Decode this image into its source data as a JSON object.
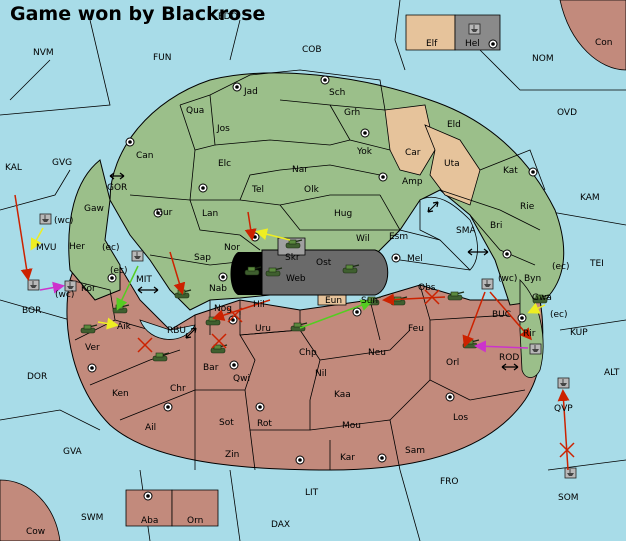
{
  "title": "Game won by Blackrose",
  "colors": {
    "sea": "#a8dce8",
    "green_power": "#9bbf8a",
    "red_power": "#c28a7c",
    "tan_power": "#e6c39b",
    "neutral_land": "#d6d6d6",
    "dark_land": "#5a5a5a",
    "border": "#000000",
    "arrow_red": "#cc2200",
    "arrow_yellow": "#eeee22",
    "arrow_magenta": "#cc33cc",
    "arrow_green": "#55cc22"
  },
  "sea_labels": {
    "NVM": "NVM",
    "FUN": "FUN",
    "COB": "COB",
    "NOM": "NOM",
    "OVD": "OVD",
    "KAL": "KAL",
    "GVG": "GVG",
    "GOR": "GOR",
    "MVU": "MVU",
    "KAM": "KAM",
    "SMA": "SMA",
    "TEI": "TEI",
    "MIT": "MIT",
    "BUC": "BUC",
    "KUP": "KUP",
    "BOR": "BOR",
    "RBU": "RBU",
    "ROD": "ROD",
    "ALT": "ALT",
    "DOR": "DOR",
    "GVA": "GVA",
    "FRO": "FRO",
    "LIT": "LIT",
    "SWM": "SWM",
    "DAX": "DAX",
    "SOM": "SOM",
    "EDO": "EDO"
  },
  "land_labels": {
    "Jad": "Jad",
    "Sch": "Sch",
    "Qua": "Qua",
    "Grh": "Grh",
    "Jos": "Jos",
    "Eld": "Eld",
    "Can": "Can",
    "Yok": "Yok",
    "Car": "Car",
    "Uta": "Uta",
    "Elc": "Elc",
    "Nar": "Nar",
    "Tel": "Tel",
    "Olk": "Olk",
    "Amp": "Amp",
    "Kat": "Kat",
    "Gaw": "Gaw",
    "Gur": "Gur",
    "Lan": "Lan",
    "Hug": "Hug",
    "Rie": "Rie",
    "Bri": "Bri",
    "Her": "Her",
    "Nor": "Nor",
    "Skr": "Skr",
    "Wil": "Wil",
    "Esm": "Esm",
    "Sap": "Sap",
    "Ost": "Ost",
    "Web": "Web",
    "Mel": "Mel",
    "Byn": "Byn",
    "Kor": "Kor",
    "Nab": "Nab",
    "Eun": "Eun",
    "Obs": "Obs",
    "Sun": "Sun",
    "Hil": "Hil",
    "Nog": "Nog",
    "Aik": "Aik",
    "Uru": "Uru",
    "Feu": "Feu",
    "Gwa": "Gwa",
    "Rir": "Rir",
    "Ver": "Ver",
    "Chp": "Chp",
    "Neu": "Neu",
    "Orl": "Orl",
    "Bar": "Bar",
    "Qwi": "Qwi",
    "Nil": "Nil",
    "Ken": "Ken",
    "Chr": "Chr",
    "Kaa": "Kaa",
    "Ail": "Ail",
    "Sot": "Sot",
    "Rot": "Rot",
    "Mou": "Mou",
    "Los": "Los",
    "Zin": "Zin",
    "Kar": "Kar",
    "Sam": "Sam",
    "Elf": "Elf",
    "Hel": "Hel",
    "Con": "Con",
    "Aba": "Aba",
    "Orn": "Orn",
    "Cow": "Cow",
    "QVP": "QVP"
  },
  "wc_label": "(wc)",
  "ec_label": "(ec)"
}
